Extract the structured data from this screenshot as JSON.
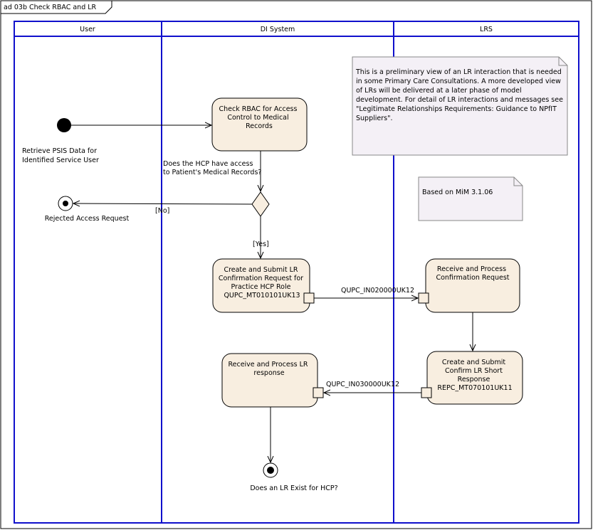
{
  "frame": {
    "title": "ad 03b Check RBAC and LR"
  },
  "lanes": {
    "user": "User",
    "di": "DI System",
    "lrs": "LRS"
  },
  "initial": {
    "label": [
      "Retrieve PSIS Data for",
      "Identified Service User"
    ]
  },
  "actions": {
    "check_rbac": [
      "Check RBAC for Access",
      "Control to Medical",
      "Records"
    ],
    "create_submit": [
      "Create and Submit LR",
      "Confirmation Request for",
      "Practice HCP Role",
      "QUPC_MT010101UK13"
    ],
    "receive_conf": [
      "Receive and Process",
      "Confirmation Request"
    ],
    "create_short": [
      "Create and Submit",
      "Confirm LR Short",
      "Response",
      "REPC_MT070101UK11"
    ],
    "receive_lr": [
      "Receive and Process LR",
      "response"
    ]
  },
  "decision": {
    "question": [
      "Does the HCP have access",
      "to Patient's Medical Records?"
    ]
  },
  "guards": {
    "no": "[No]",
    "yes": "[Yes]"
  },
  "flows": {
    "request": "QUPC_IN020000UK12",
    "response": "QUPC_IN030000UK12"
  },
  "finals": {
    "rejected": "Rejected Access Request",
    "exists": "Does  an LR Exist for HCP?"
  },
  "notes": {
    "preliminary": [
      "This is a preliminary view of an LR interaction that is needed",
      "in some Primary Care Consultations.  A more developed view",
      "of LRs will be delivered at a later phase of model",
      "development.  For detail of LR interactions and messages see",
      "\"Legitimate Relationships Requirements: Guidance to NPfIT",
      "Suppliers\"."
    ],
    "mim": "Based on MiM 3.1.06"
  },
  "colors": {
    "lane": "#1010cc",
    "action_fill": "#f8eee0",
    "note_fill": "#f4f0f6"
  }
}
